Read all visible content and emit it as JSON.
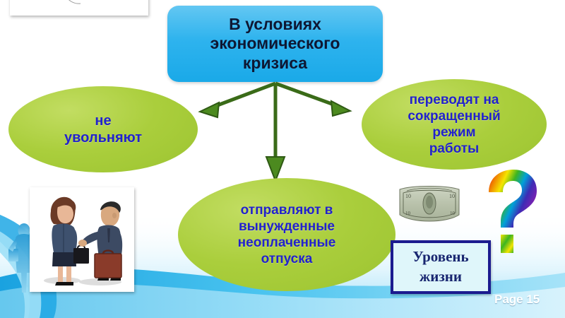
{
  "slide": {
    "title_box": {
      "text": "В условиях\nэкономического\nкризиса",
      "fill_color": "#2eb3ee",
      "text_color": "#0e1733"
    },
    "nodes": [
      {
        "name": "no-layoffs",
        "text": "не\nувольняют",
        "fill_color": "#aace3c",
        "text_color": "#2222cc"
      },
      {
        "name": "reduced-hours",
        "text": "переводят на\nсокращенный\nрежим\nработы",
        "fill_color": "#aace3c",
        "text_color": "#2222cc"
      },
      {
        "name": "unpaid-leave",
        "text": "отправляют в\nвынужденные\nнеоплаченные\nотпуска",
        "fill_color": "#aace3c",
        "text_color": "#2222cc"
      }
    ],
    "arrows": {
      "color": "#3a6b18",
      "count": 3,
      "directions": [
        "left",
        "down",
        "right"
      ]
    },
    "callout_box": {
      "text": "Уровень\nжизни",
      "fill_color": "#dff6fa",
      "border_color": "#1b1b8f",
      "text_color": "#182670"
    },
    "footer": {
      "page_label": "Page 15",
      "text_color": "#ffffff"
    },
    "images": {
      "handshake_clip": "handshake-clipart",
      "people_photo": "two-business-people-photo",
      "money": "dollar-bill-image",
      "question_mark": "rainbow-question-mark-icon",
      "silhouette": "businessman-silhouette"
    },
    "background": {
      "base_color": "#ffffff",
      "wave_color": "#2eb3ee",
      "wave_color_light": "#9fe0f7"
    }
  }
}
